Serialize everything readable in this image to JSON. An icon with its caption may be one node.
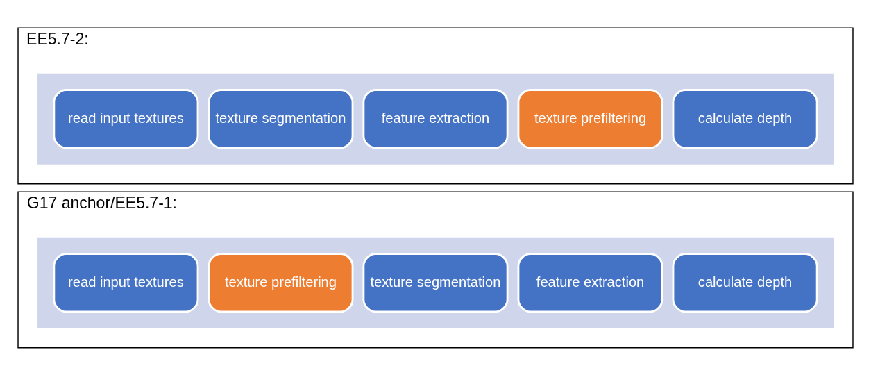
{
  "diagram": {
    "nodes": [
      {
        "text": [
          "G17 anchor/EE5.7-1:"
        ]
      },
      {
        "text": [],
        "shape": "arrow",
        "in": 0
      },
      {
        "text": [
          "read input textures"
        ],
        "in": 1
      },
      {
        "text": [
          "texture prefiltering"
        ],
        "in": 1
      },
      {
        "text": [
          "texture segmentation"
        ],
        "in": 1
      },
      {
        "text": [
          "feature extraction"
        ],
        "in": 1
      },
      {
        "text": [
          "calculate depth"
        ],
        "in": 1
      },
      {
        "text": [
          "EE5.7-2:"
        ]
      },
      {
        "text": [],
        "shape": "arrow",
        "in": 7
      },
      {
        "text": [
          "read input textures"
        ],
        "in": 8
      },
      {
        "text": [
          "texture segmentation"
        ],
        "in": 8
      },
      {
        "text": [
          "feature extraction"
        ],
        "in": 8
      },
      {
        "text": [
          "texture prefiltering"
        ],
        "in": 8
      },
      {
        "text": [
          "calculate depth"
        ],
        "in": 8
      }
    ]
  }
}
